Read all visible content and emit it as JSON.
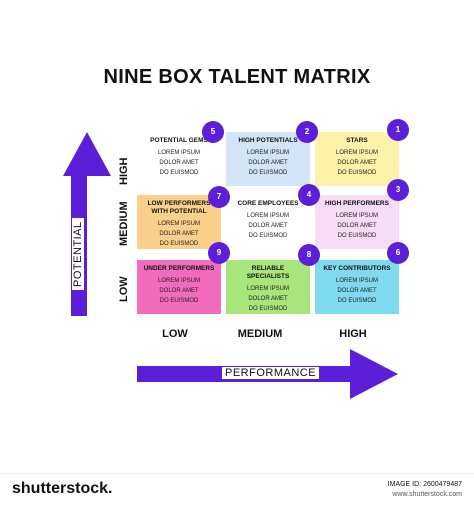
{
  "title": "NINE BOX TALENT MATRIX",
  "axes": {
    "vertical_label": "POTENTIAL",
    "horizontal_label": "PERFORMANCE",
    "rows": [
      "HIGH",
      "MEDIUM",
      "LOW"
    ],
    "cols": [
      "LOW",
      "MEDIUM",
      "HIGH"
    ]
  },
  "cells": [
    {
      "id": "potential-gems",
      "title": "POTENTIAL GEMS",
      "lines": [
        "LOREM IPSUM",
        "DOLOR AMET",
        "DO EUISMOD"
      ],
      "number": "5",
      "color": "#ffffff"
    },
    {
      "id": "high-potentials",
      "title": "HIGH POTENTIALS",
      "lines": [
        "LOREM IPSUM",
        "DOLOR AMET",
        "DO EUISMOD"
      ],
      "number": "2",
      "color": "#d3e4f7"
    },
    {
      "id": "stars",
      "title": "STARS",
      "lines": [
        "LOREM IPSUM",
        "DOLOR AMET",
        "DO EUISMOD"
      ],
      "number": "1",
      "color": "#fdf3a8"
    },
    {
      "id": "low-performers-potential",
      "title": "LOW PERFORMERS WITH POTENTIAL",
      "lines": [
        "LOREM IPSUM",
        "DOLOR AMET",
        "DO EUISMOD"
      ],
      "number": "7",
      "color": "#fbd08c"
    },
    {
      "id": "core-employees",
      "title": "CORE EMPLOYEES",
      "lines": [
        "LOREM IPSUM",
        "DOLOR AMET",
        "DO EUISMOD"
      ],
      "number": "4",
      "color": "#ffffff"
    },
    {
      "id": "high-performers",
      "title": "HIGH PERFORMERS",
      "lines": [
        "LOREM IPSUM",
        "DOLOR AMET",
        "DO EUISMOD"
      ],
      "number": "3",
      "color": "#f6dcf4"
    },
    {
      "id": "under-performers",
      "title": "UNDER PERFORMERS",
      "lines": [
        "LOREM IPSUM",
        "DOLOR AMET",
        "DO EUISMOD"
      ],
      "number": "9",
      "color": "#f36bbb"
    },
    {
      "id": "reliable-specialists",
      "title": "RELIABLE SPECIALISTS",
      "lines": [
        "LOREM IPSUM",
        "DOLOR AMET",
        "DO EUISMOD"
      ],
      "number": "8",
      "color": "#a8e67c"
    },
    {
      "id": "key-contributors",
      "title": "KEY CONTRIBUTORS",
      "lines": [
        "LOREM IPSUM",
        "DOLOR AMET",
        "DO EUISMOD"
      ],
      "number": "6",
      "color": "#7fd9ef"
    }
  ],
  "colors": {
    "accent": "#5a1fd6"
  },
  "footer": {
    "brand": "shutterstock.",
    "image_id": "IMAGE ID: 2600479487",
    "url": "www.shutterstock.com"
  }
}
